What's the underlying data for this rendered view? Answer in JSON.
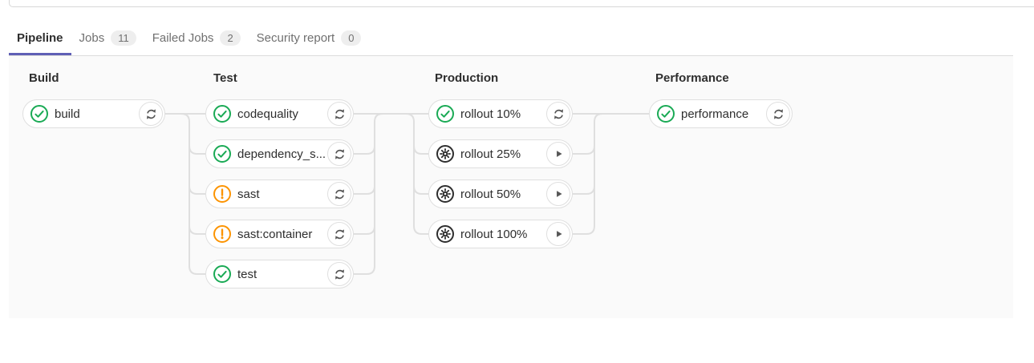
{
  "tabs": [
    {
      "label": "Pipeline",
      "active": true
    },
    {
      "label": "Jobs",
      "badge": "11"
    },
    {
      "label": "Failed Jobs",
      "badge": "2"
    },
    {
      "label": "Security report",
      "badge": "0"
    }
  ],
  "stages": [
    {
      "name": "Build",
      "jobs": [
        {
          "name": "build",
          "status": "success",
          "action": "retry"
        }
      ]
    },
    {
      "name": "Test",
      "jobs": [
        {
          "name": "codequality",
          "status": "success",
          "action": "retry"
        },
        {
          "name": "dependency_s...",
          "status": "success",
          "action": "retry"
        },
        {
          "name": "sast",
          "status": "warning",
          "action": "retry"
        },
        {
          "name": "sast:container",
          "status": "warning",
          "action": "retry"
        },
        {
          "name": "test",
          "status": "success",
          "action": "retry"
        }
      ]
    },
    {
      "name": "Production",
      "jobs": [
        {
          "name": "rollout 10%",
          "status": "success",
          "action": "retry"
        },
        {
          "name": "rollout 25%",
          "status": "manual",
          "action": "play"
        },
        {
          "name": "rollout 50%",
          "status": "manual",
          "action": "play"
        },
        {
          "name": "rollout 100%",
          "status": "manual",
          "action": "play"
        }
      ]
    },
    {
      "name": "Performance",
      "jobs": [
        {
          "name": "performance",
          "status": "success",
          "action": "retry"
        }
      ]
    }
  ],
  "colors": {
    "success": "#1aaa55",
    "warning": "#fc9403",
    "manual": "#2e2e2e",
    "active_tab_underline": "#5f5fb5",
    "connector": "#dfdfdf",
    "graph_background": "#fafafa"
  }
}
